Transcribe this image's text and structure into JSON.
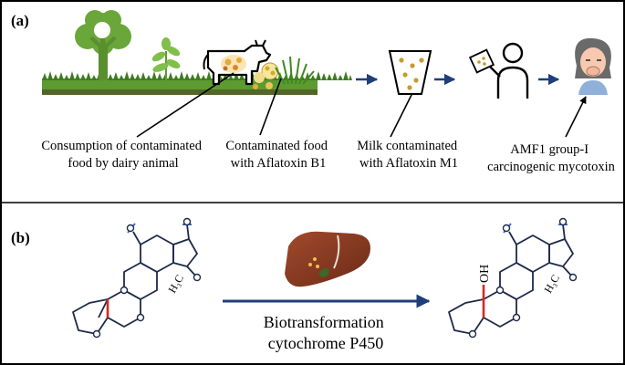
{
  "panel_a": {
    "tag": "(a)",
    "label_animal": [
      "Consumption of contaminated",
      "food by dairy animal"
    ],
    "label_feed": [
      "Contaminated food",
      "with Aflatoxin B1"
    ],
    "label_milk": [
      "Milk contaminated",
      "with Aflatoxin M1"
    ],
    "label_toxin": [
      "AMF1 group-I",
      "carcinogenic mycotoxin"
    ]
  },
  "panel_b": {
    "tag": "(b)",
    "arrow_text": [
      "Biotransformation",
      "cytochrome P450"
    ],
    "substituent_left": "H₃C",
    "substituent_right": "H₃C",
    "hydroxyl": "OH"
  },
  "colors": {
    "frame": "#000000",
    "arrow": "#1f3f7a",
    "bond": "#1e2a4a",
    "red_bond": "#d42a1e",
    "carbonyl": "#3a6fd1",
    "liver": "#8a3a22",
    "grass": "#4f8f2c"
  }
}
